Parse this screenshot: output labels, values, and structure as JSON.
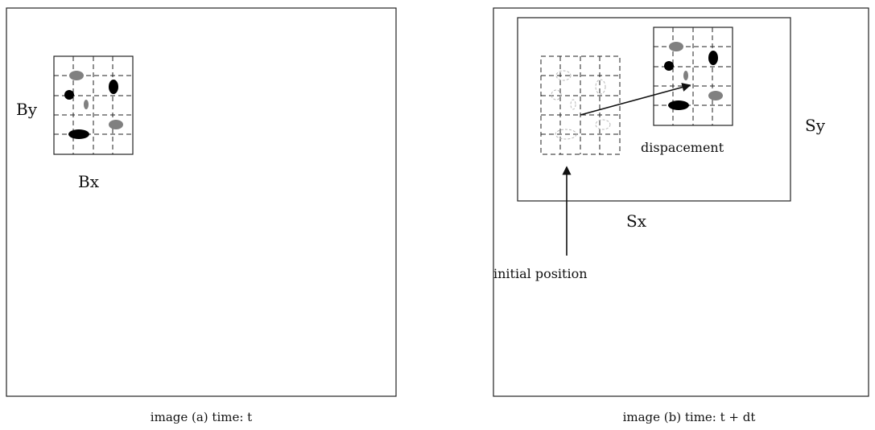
{
  "panel_a": {
    "block_height_label": "By",
    "block_width_label": "Bx",
    "caption": "image (a)  time: t"
  },
  "panel_b": {
    "search_height_label": "Sy",
    "search_width_label": "Sx",
    "displacement_label": "dispacement",
    "initial_position_label": "initial position",
    "caption": "image (b)  time: t + dt"
  },
  "colors": {
    "line": "#222222",
    "dark_blob": "#000000",
    "gray_blob": "#808080",
    "faint_blob": "#b8b8b8"
  }
}
